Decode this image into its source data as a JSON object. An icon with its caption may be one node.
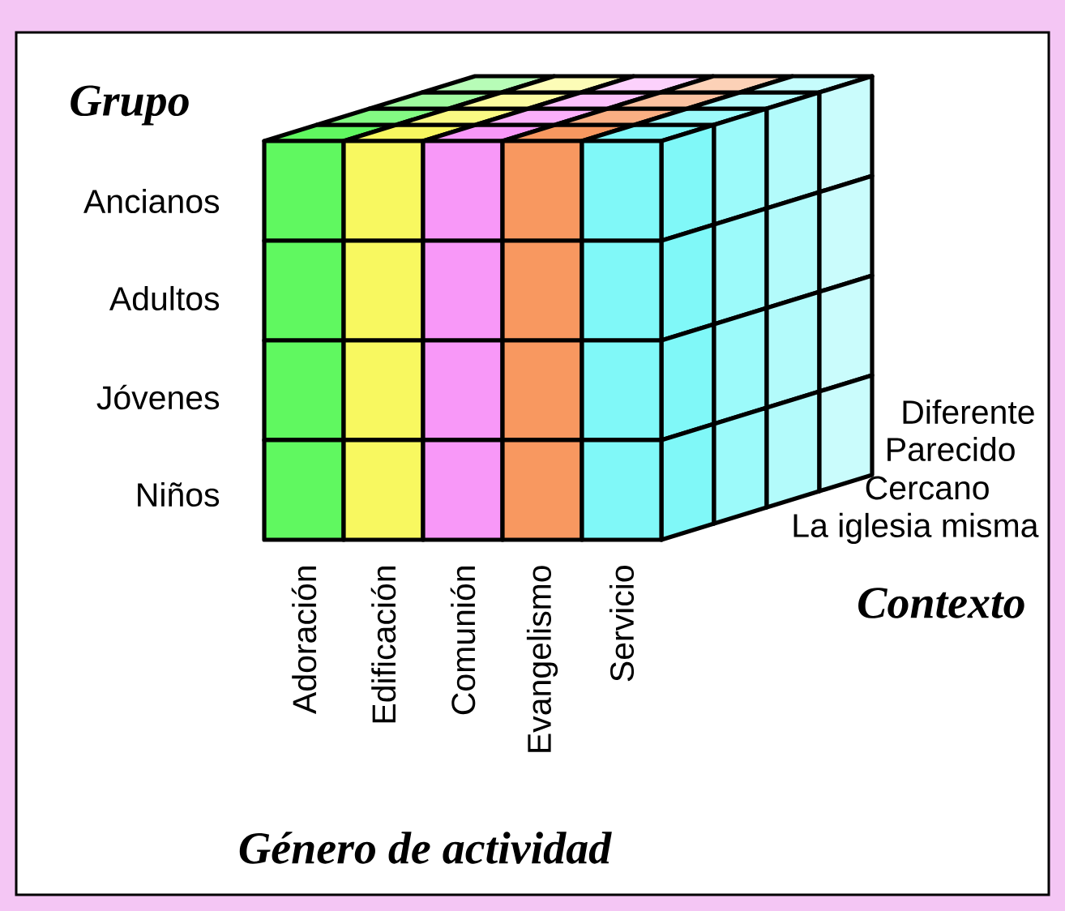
{
  "diagram": {
    "labels": [
      "Grupo",
      "Ancianos",
      "Adultos",
      "Jóvenes",
      "Niños",
      "Diferente",
      "Parecido",
      "Cercano",
      "La iglesia misma",
      "Contexto",
      "Adoración",
      "Edificación",
      "Comunión",
      "Evangelismo",
      "Servicio",
      "Género de actividad"
    ]
  }
}
